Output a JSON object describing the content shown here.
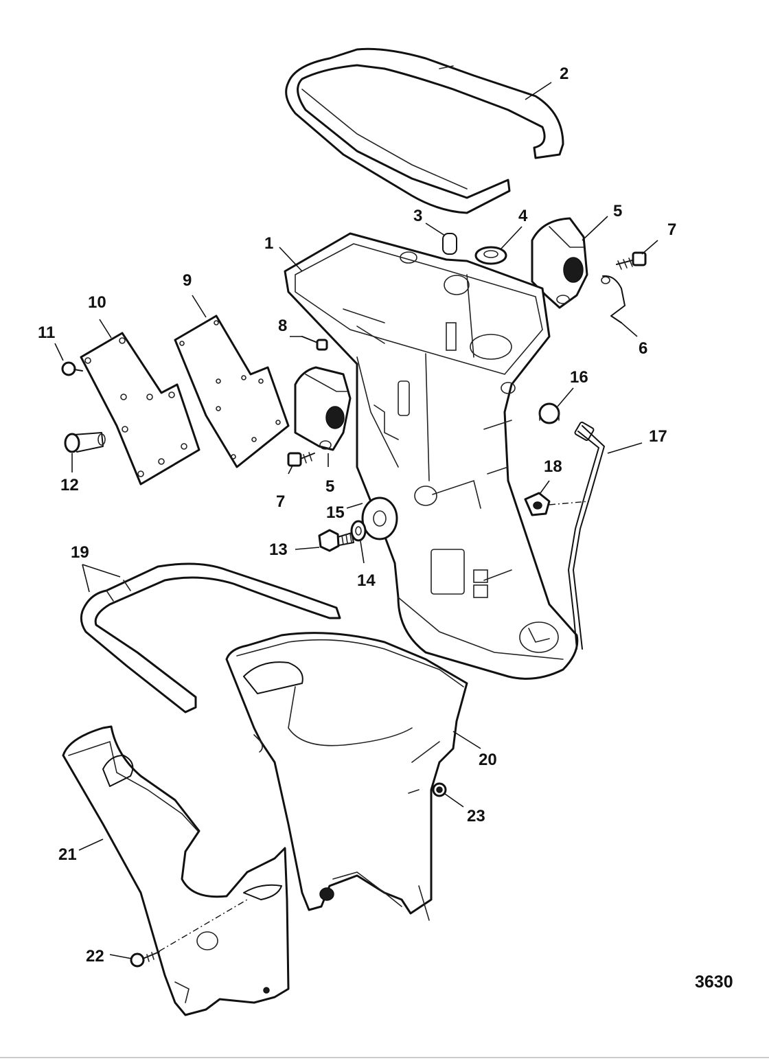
{
  "figure": {
    "number": "3630",
    "callouts": {
      "c1": "1",
      "c2": "2",
      "c3": "3",
      "c4": "4",
      "c5a": "5",
      "c5b": "5",
      "c6": "6",
      "c7a": "7",
      "c7b": "7",
      "c8": "8",
      "c9": "9",
      "c10": "10",
      "c11": "11",
      "c12": "12",
      "c13": "13",
      "c14": "14",
      "c15": "15",
      "c16": "16",
      "c17": "17",
      "c18": "18",
      "c19": "19",
      "c20": "20",
      "c21": "21",
      "c22": "22",
      "c23": "23"
    }
  }
}
